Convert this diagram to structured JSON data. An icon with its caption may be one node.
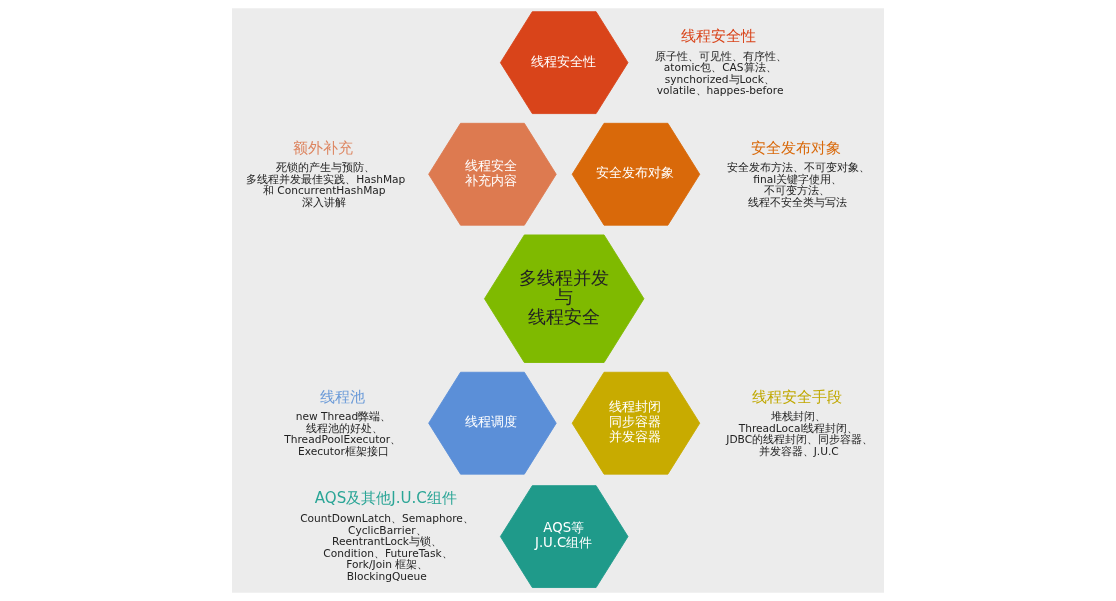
{
  "diagram": {
    "nodes": [
      {
        "text": [
          "多线程并发与线程安全"
        ]
      },
      {
        "text": [
          "线程安全性"
        ],
        "beside": [
          "线程安全性",
          "原子性、可见性、有序性、atomic包、CAS算法、synchorized与Lock、volatile、happes-before"
        ]
      },
      {
        "text": [
          "安全发布对象"
        ],
        "beside": [
          "安全发布对象",
          "安全发布方法、不可变对象、final关键字使用、不可变方法、线程不安全类与写法"
        ]
      },
      {
        "text": [
          "线程封闭同步容器并发容器"
        ],
        "beside": [
          "线程安全手段",
          "堆栈封闭、ThreadLocal线程封闭、JDBC的线程封闭、同步容器、并发容器、J.U.C"
        ]
      },
      {
        "text": [
          "AQS等J.U.C组件"
        ],
        "beside": [
          "AQS及其他J.U.C组件",
          "CountDownLatch、Semaphore、CyclicBarrier、ReentrantLock与锁、Condition、FutureTask、Fork/Join 框架、BlockingQueue"
        ]
      },
      {
        "text": [
          "线程调度"
        ],
        "beside": [
          "线程池",
          "new Thread弊端、线程池的好处、ThreadPoolExecutor、Executor框架接口"
        ]
      },
      {
        "text": [
          "线程安全补充内容"
        ],
        "beside": [
          "额外补充",
          "死锁的产生与预防、多线程并发最佳实践、HashMap 和 ConcurrentHashMap 深入讲解"
        ]
      }
    ],
    "edges": []
  }
}
